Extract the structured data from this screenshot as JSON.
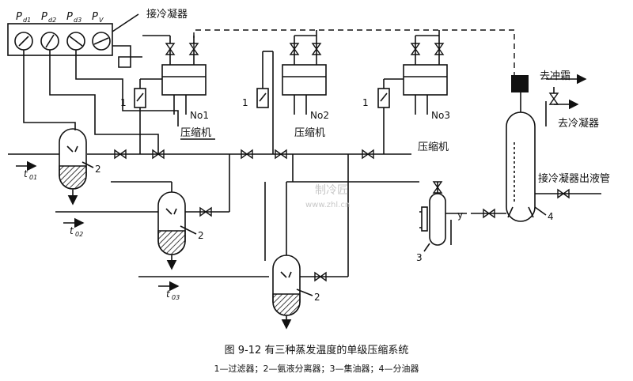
{
  "labels": {
    "gauges": [
      "P",
      "P",
      "P",
      "P"
    ],
    "gauge_subs": [
      "d1",
      "d2",
      "d3",
      "V"
    ],
    "to_condenser_top": "接冷凝器",
    "compressors": [
      "No1",
      "No2",
      "No3"
    ],
    "compressor_text": "压缩机",
    "item1": "1",
    "item2": "2",
    "item3": "3",
    "item4": "4",
    "defrost": "去冲霜",
    "to_condenser_right": "去冷凝器",
    "condenser_outlet": "接冷凝器出液管",
    "temps": [
      "t",
      "t",
      "t"
    ],
    "temp_subs": [
      "01",
      "02",
      "03"
    ],
    "watermark_cn": "制冷匠",
    "watermark_url": "www.zhl.cn"
  },
  "caption": {
    "title": "图 9-12   有三种蒸发温度的单级压缩系统",
    "legend": "1—过滤器；2—氨液分离器；3—集油器；4—分油器"
  }
}
